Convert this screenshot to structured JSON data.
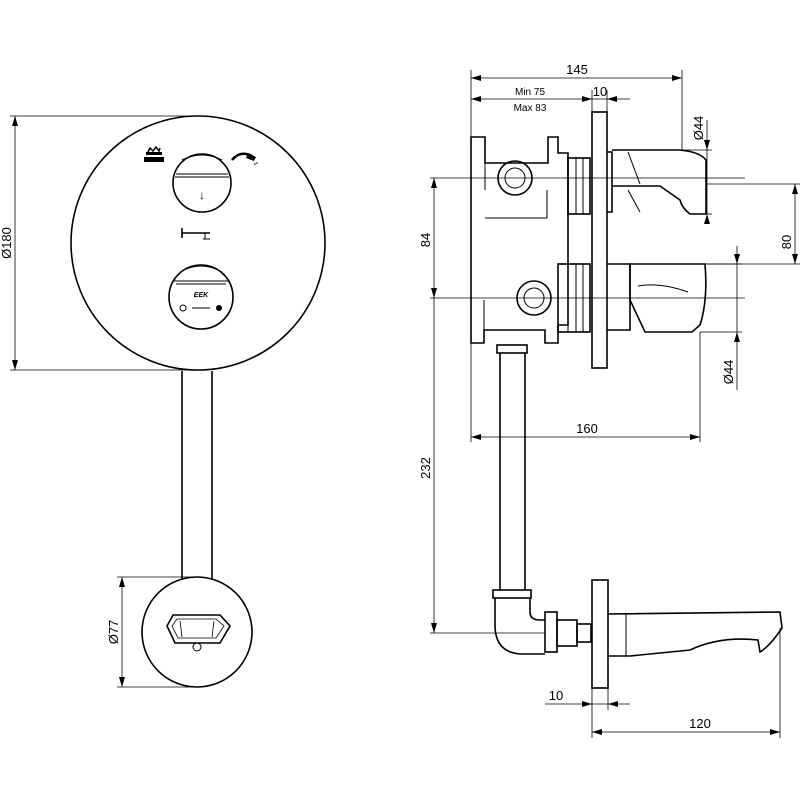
{
  "front_view": {
    "plate_diameter_label": "Ø180",
    "spout_diameter_label": "Ø77",
    "diverter_label": "↓",
    "thermostat_label": "EEK"
  },
  "side_view": {
    "width_total_label": "145",
    "depth_min_label": "Min 75",
    "depth_max_label": "Max 83",
    "plate_thickness_label": "10",
    "outlet_top_diameter_label": "Ø44",
    "outlet_bottom_diameter_label": "Ø44",
    "outlet_spacing_label": "80",
    "inlet_spacing_label": "84",
    "body_width_label": "160",
    "pipe_length_label": "232",
    "spout_plate_label": "10",
    "spout_length_label": "120"
  },
  "icons": {
    "bath": "bath-icon",
    "shower": "hand-shower-icon",
    "spout": "bath-spout-icon",
    "cold": "snowflake-icon",
    "hot": "sun-icon"
  }
}
